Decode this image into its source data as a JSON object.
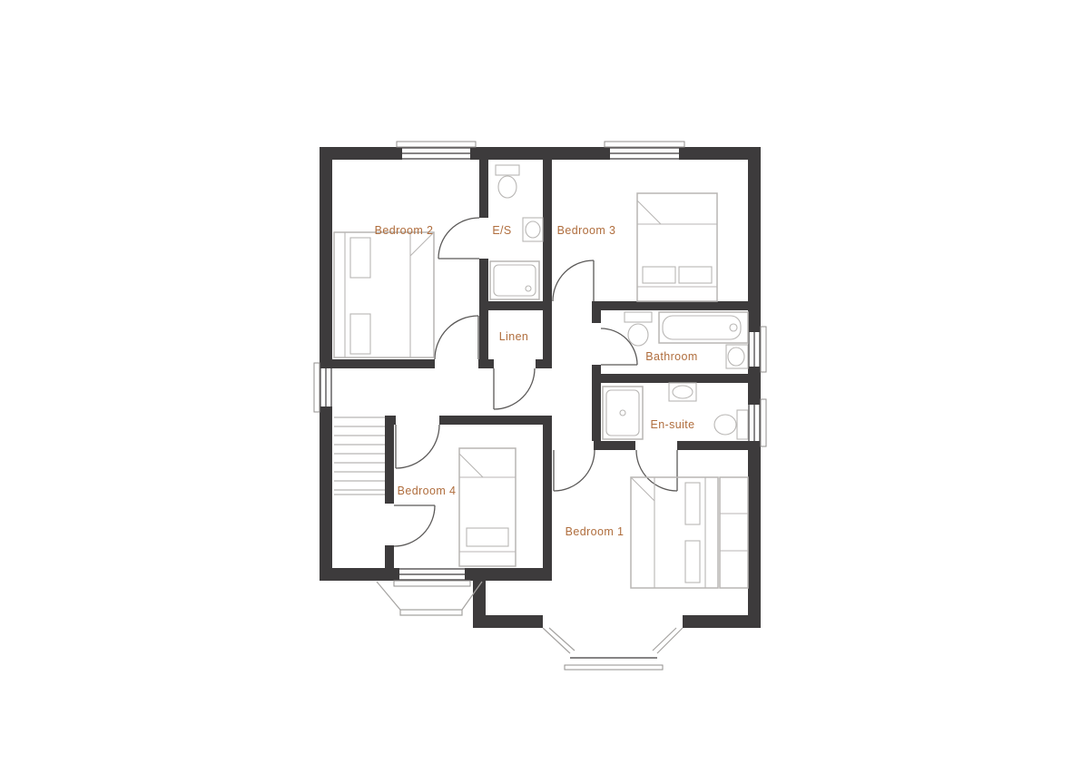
{
  "colors": {
    "background": "#ffffff",
    "wall": "#3d3b3c",
    "fixture": "#b8b6b4",
    "label": "#b06e3e"
  },
  "rooms": [
    {
      "id": "bedroom-2",
      "label": "Bedroom 2"
    },
    {
      "id": "es",
      "label": "E/S"
    },
    {
      "id": "bedroom-3",
      "label": "Bedroom 3"
    },
    {
      "id": "linen",
      "label": "Linen"
    },
    {
      "id": "bathroom",
      "label": "Bathroom"
    },
    {
      "id": "en-suite",
      "label": "En-suite"
    },
    {
      "id": "bedroom-4",
      "label": "Bedroom 4"
    },
    {
      "id": "bedroom-1",
      "label": "Bedroom 1"
    }
  ]
}
